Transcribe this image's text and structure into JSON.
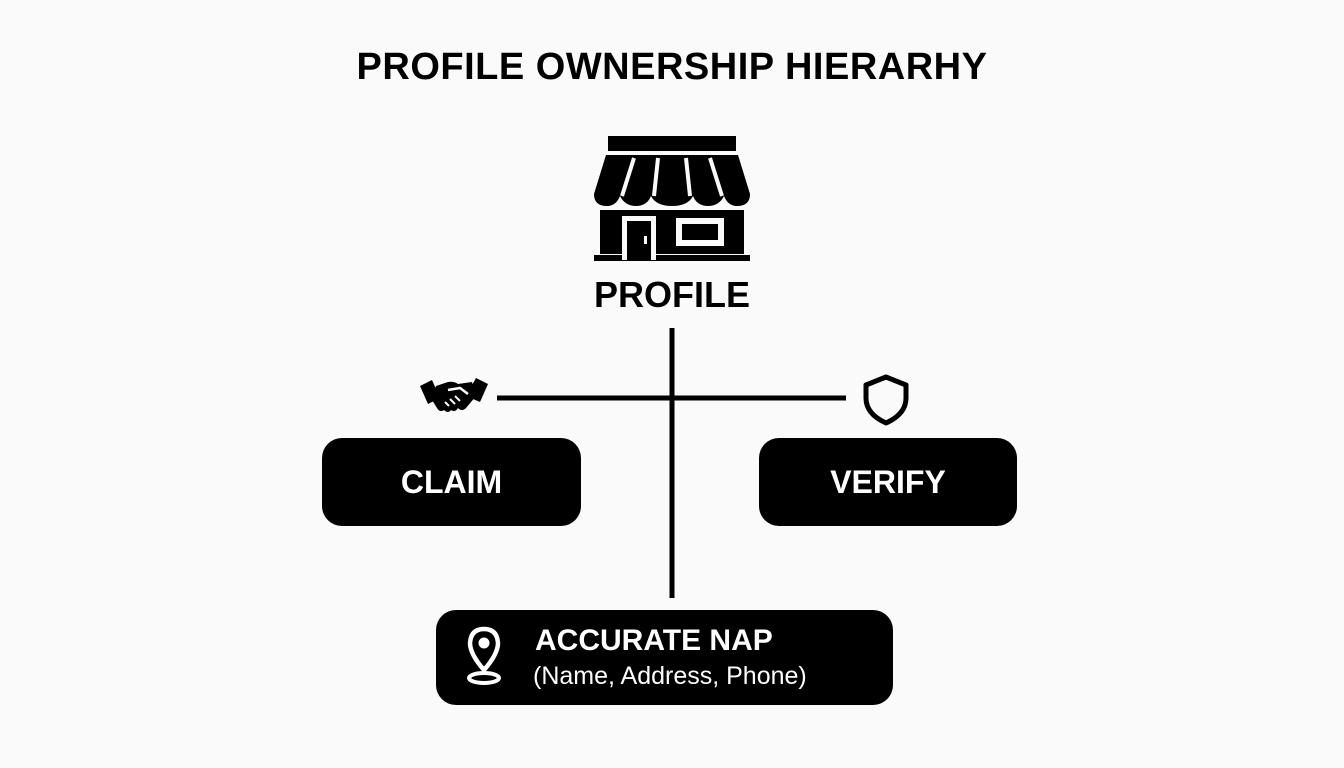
{
  "title": "PROFILE OWNERSHIP HIERARHY",
  "profile": {
    "label": "PROFILE",
    "icon": "storefront-icon"
  },
  "claim": {
    "label": "CLAIM",
    "icon": "handshake-icon"
  },
  "verify": {
    "label": "VERIFY",
    "icon": "shield-icon"
  },
  "nap": {
    "title": "ACCURATE NAP",
    "subtitle": "(Name, Address, Phone)",
    "icon": "map-pin-icon"
  },
  "colors": {
    "background": "#fafafa",
    "box": "#000000",
    "box_text": "#ffffff"
  }
}
